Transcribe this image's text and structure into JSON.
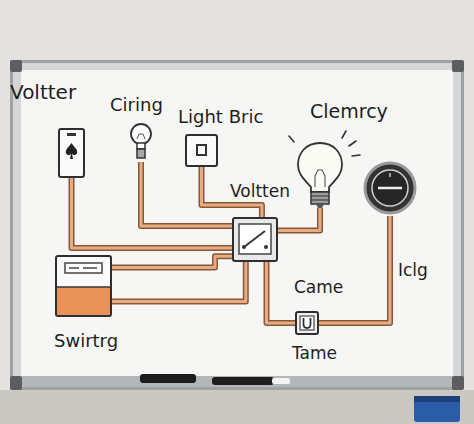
{
  "diagram": {
    "nodes": [
      {
        "text": [
          "Voltter"
        ]
      },
      {
        "text": [
          "Ciring"
        ]
      },
      {
        "text": [
          "Light Bric"
        ]
      },
      {
        "text": [
          "Clemrcy"
        ]
      },
      {
        "text": [
          "Voltten"
        ]
      },
      {
        "text": [
          "Iclg"
        ]
      },
      {
        "text": [
          "Swirtrg"
        ]
      },
      {
        "text": [
          "Came",
          "Tame"
        ]
      }
    ],
    "edges": [
      {
        "from": 0,
        "to": 4,
        "arrow": "none"
      },
      {
        "from": 1,
        "to": 4,
        "arrow": "none"
      },
      {
        "from": 2,
        "to": 4,
        "arrow": "none"
      },
      {
        "from": 3,
        "to": 4,
        "arrow": "none"
      },
      {
        "from": 6,
        "to": 4,
        "arrow": "none"
      },
      {
        "from": 6,
        "to": 4,
        "arrow": "none"
      },
      {
        "from": 4,
        "to": 7,
        "arrow": "none"
      },
      {
        "from": 5,
        "to": 7,
        "arrow": "none"
      }
    ]
  }
}
